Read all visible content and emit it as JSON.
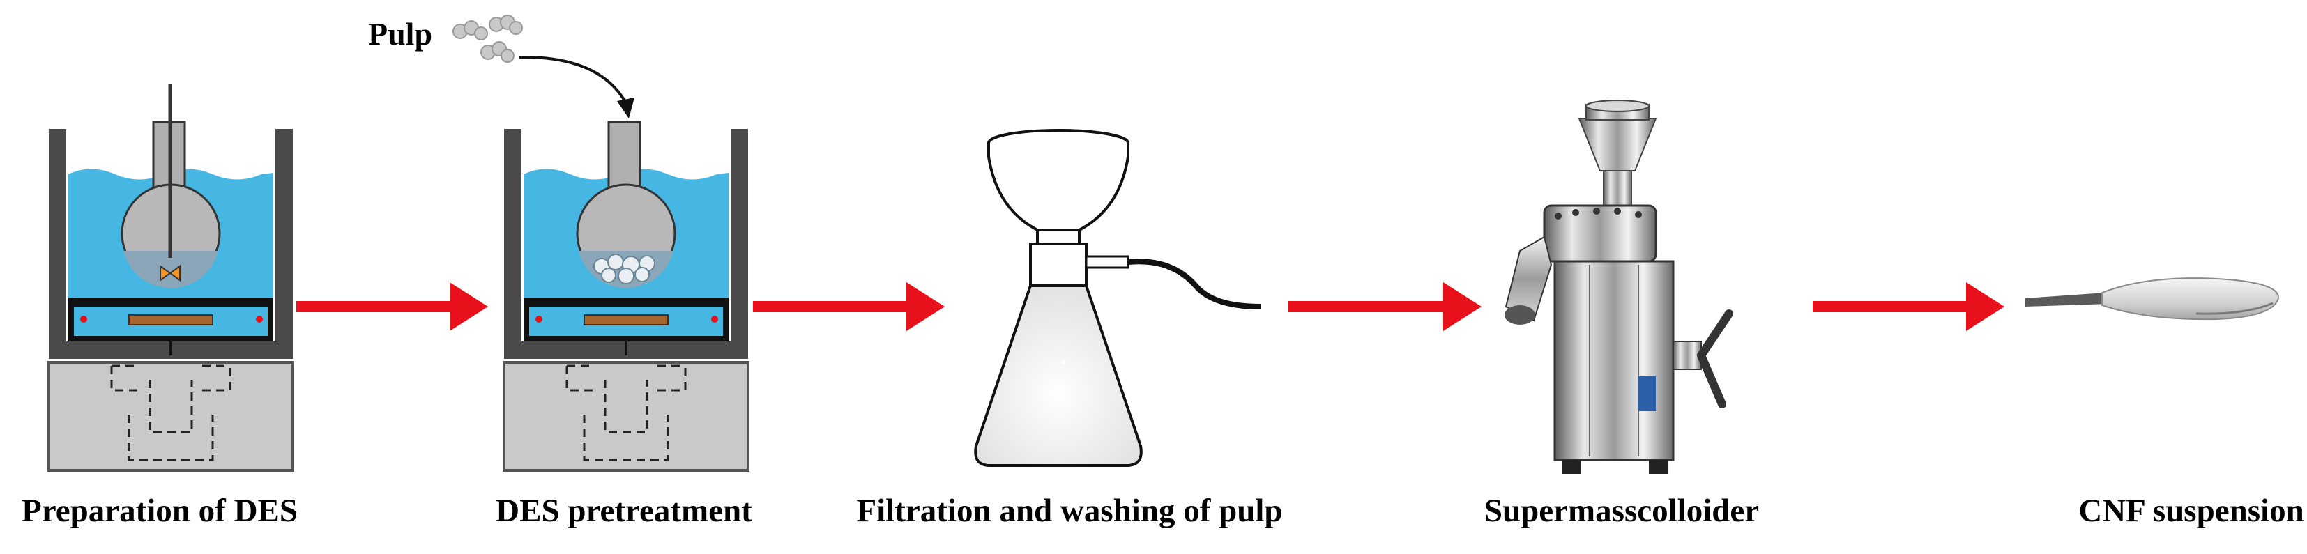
{
  "steps": [
    {
      "label": "Preparation of DES"
    },
    {
      "label": "DES pretreatment"
    },
    {
      "label": "Filtration and washing of pulp"
    },
    {
      "label": "Supermasscolloider"
    },
    {
      "label": "CNF suspension"
    }
  ],
  "pulp_label": "Pulp",
  "colors": {
    "arrow": "#e8101a",
    "water": "#46b7e2",
    "case": "#4a4a4a",
    "panel": "#c9c9c9",
    "heater_plate": "#111111",
    "heater_element": "#a5652d",
    "stir_bar": "#f0961e",
    "flask": "#eeeeee"
  },
  "icons": [
    "water-bath-stirrer-icon",
    "water-bath-pulp-icon",
    "vacuum-filtration-icon",
    "colloid-mill-icon",
    "spoon-gel-icon",
    "pulp-flakes-icon",
    "flow-arrow-icon"
  ]
}
